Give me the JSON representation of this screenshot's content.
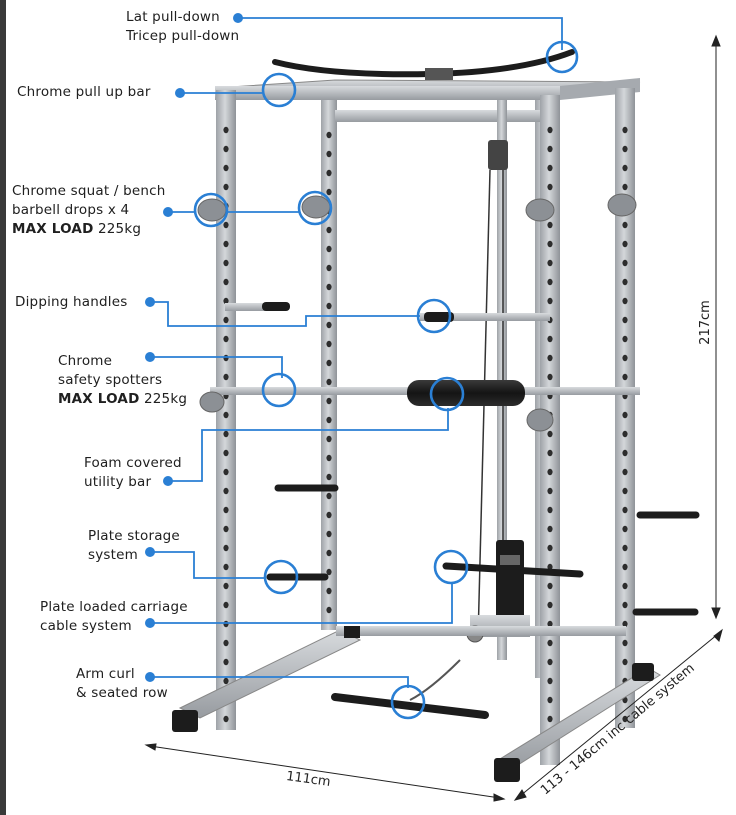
{
  "colors": {
    "callout": "#2a7fd4",
    "frame": "#b8bcc0",
    "frame_shadow": "#8e9297",
    "dark": "#1c1c1c"
  },
  "labels": {
    "lat": {
      "line1": "Lat pull-down",
      "line2": "Tricep pull-down"
    },
    "pullup": "Chrome pull up bar",
    "drops": {
      "line1": "Chrome squat / bench",
      "line2": "barbell drops x 4",
      "bold": "MAX LOAD",
      "load": " 225kg"
    },
    "dipping": "Dipping handles",
    "spotters": {
      "line1": "Chrome",
      "line2": "safety spotters",
      "bold": "MAX LOAD",
      "load": " 225kg"
    },
    "foam": {
      "line1": "Foam covered",
      "line2": "utility bar"
    },
    "plate": {
      "line1": "Plate storage",
      "line2": "system"
    },
    "carriage": {
      "line1": "Plate loaded carriage",
      "line2": "cable system"
    },
    "arm": {
      "line1": "Arm curl",
      "line2": "& seated row"
    }
  },
  "dimensions": {
    "height": "217cm",
    "width": "111cm",
    "depth": "113 - 146cm inc cable system"
  }
}
